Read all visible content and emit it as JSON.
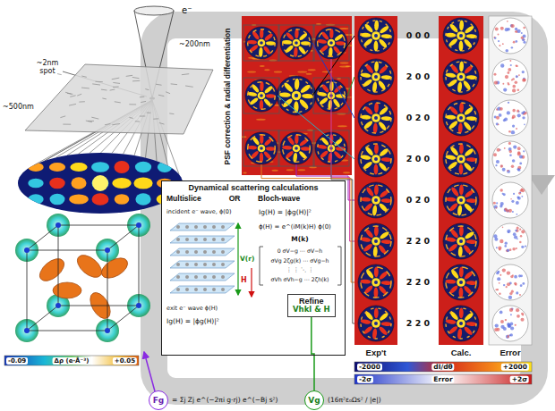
{
  "diagram": {
    "nodes": [
      {
        "text": [
          "Dynamical scattering calculations"
        ]
      },
      {
        "text": [
          "Refine",
          "Vhkl & H"
        ],
        "in": 0
      },
      {
        "text": [
          "Fg"
        ]
      },
      {
        "text": [
          "Vg"
        ]
      }
    ],
    "edges": [
      {
        "from": 3,
        "to": 1,
        "arrow": "none"
      }
    ],
    "labels": [
      "e⁻",
      "~2nm spot",
      "~200nm",
      "~500nm",
      "PSF correction & radial differentiation",
      "0 0 0",
      "2 0 0",
      "0 2 0",
      "2̄ 0 0",
      "0 2̄ 0",
      "2̄ 2 0",
      "2̄ 2̄ 0",
      "2 2 0",
      "Exp't",
      "Calc.",
      "Error",
      "-2000",
      "dI/dθ",
      "+2000",
      "-2σ",
      "Error",
      "+2σ",
      "-0.09",
      "Δρ (e·Å⁻³)",
      "+0.05",
      "Multislice",
      "OR",
      "Bloch-wave",
      "incident e⁻ wave, ϕ(0)",
      "V(r)",
      "H",
      "exit e⁻ wave ϕ(H)",
      "Ig(H) = |ϕg(H)|²",
      "Ig(H) = |ϕg(H)|²",
      "ϕ(H) = e^(iM(k)H) ϕ(0)",
      "M(k)",
      "0 σV−g ⋯ σV−h",
      "σVg 2ζg(k) ⋯ σVg−h",
      "⋮ ⋮ ⋱ ⋮",
      "σVh σVh−g ⋯ 2ζh(k)",
      "= Σj Zj e^(−2πi g·rj) e^(−Bj s²)",
      "(16π²ε₀Ωs² / |e|)"
    ]
  }
}
